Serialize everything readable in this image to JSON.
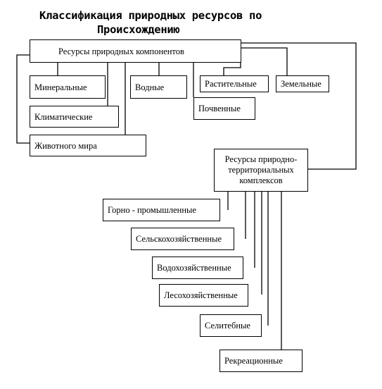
{
  "title": {
    "line1": "Классификация природных ресурсов по",
    "line2": "Происхождению"
  },
  "boxes": {
    "natural_components": "Ресурсы природных компонентов",
    "mineral": "Минеральные",
    "climatic": "Климатические",
    "animal": "Животного мира",
    "water": "Водные",
    "plant": "Растительные",
    "soil": "Почвенные",
    "land": "Земельные",
    "territorial_complexes": "Ресурсы природно-территориальных комплексов",
    "mining": "Горно - промышленные",
    "agricultural": "Сельскохозяйственные",
    "water_management": "Водохозяйственные",
    "forestry": "Лесохозяйственные",
    "residential": "Селитебные",
    "recreational": "Рекреационные"
  }
}
